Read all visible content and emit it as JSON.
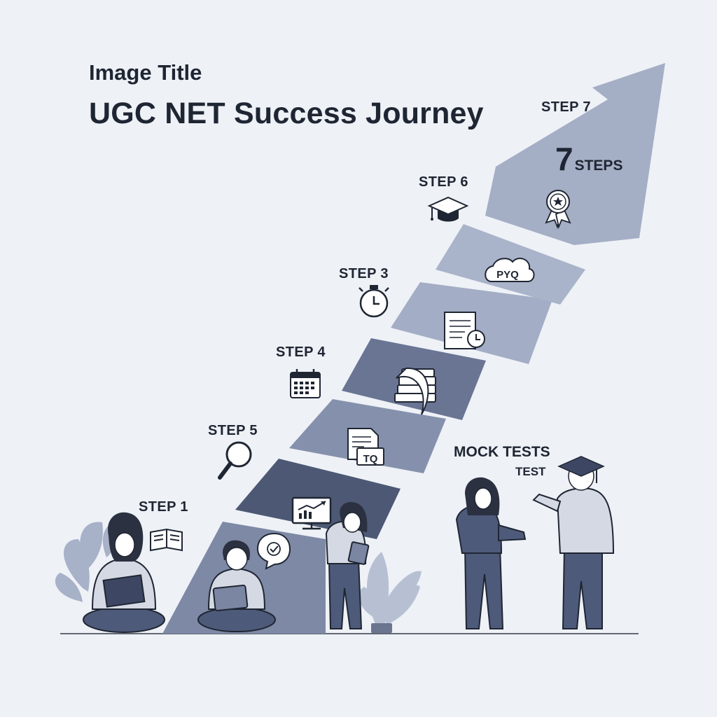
{
  "header": {
    "kicker": "Image Title",
    "title": "UGC NET Success Journey"
  },
  "steps": {
    "step1": "STEP 1",
    "step5": "STEP 5",
    "step4": "STEP 4",
    "step3": "STEP 3",
    "step6": "STEP 6",
    "step7": "STEP 7"
  },
  "summary": {
    "count": "7",
    "word": "STEPS"
  },
  "badges": {
    "pyq": "PYQ",
    "tq": "TQ"
  },
  "callouts": {
    "mock_tests": "MOCK TESTS",
    "test": "TEST"
  },
  "colors": {
    "background": "#eef1f6",
    "ink": "#1f2633",
    "arrow_tip": "#a4aec5",
    "band_light": "#a9b3ca",
    "band_mid": "#8591ac",
    "band_dark": "#4d5875",
    "figure": "#4e5a7a",
    "figure_light": "#d4d9e4"
  },
  "icons": [
    "open-book-icon",
    "chat-check-icon",
    "monitor-chart-icon",
    "magnifier-icon",
    "document-tq-icon",
    "calendar-icon",
    "books-stack-icon",
    "stopwatch-icon",
    "document-clock-icon",
    "cloud-pyq-icon",
    "graduation-cap-icon",
    "award-ribbon-icon"
  ]
}
